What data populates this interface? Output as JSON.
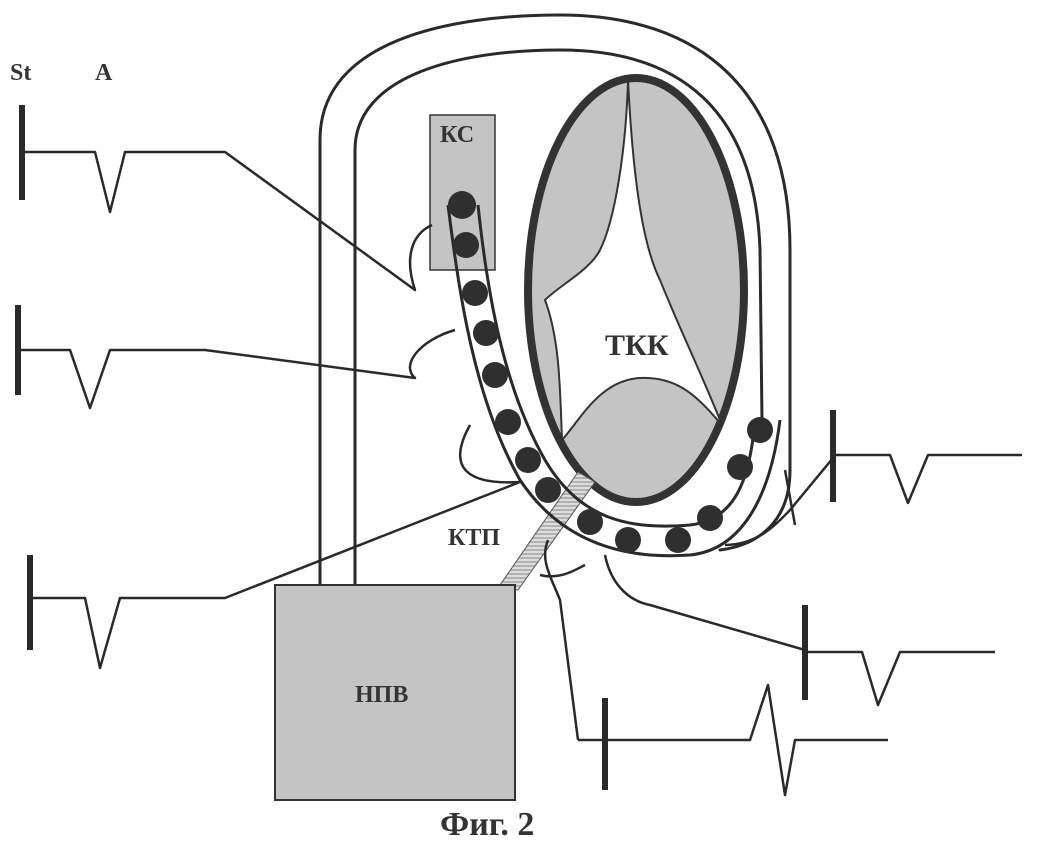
{
  "labels": {
    "st": "St",
    "a": "A",
    "ks": "КС",
    "tkk": "ТКК",
    "ktp": "КТП",
    "npv": "НПВ",
    "caption": "Фиг. 2"
  },
  "colors": {
    "ink": "#2a2a2a",
    "fill_gray": "#c4c4c4",
    "dot": "#2f2f2f"
  }
}
